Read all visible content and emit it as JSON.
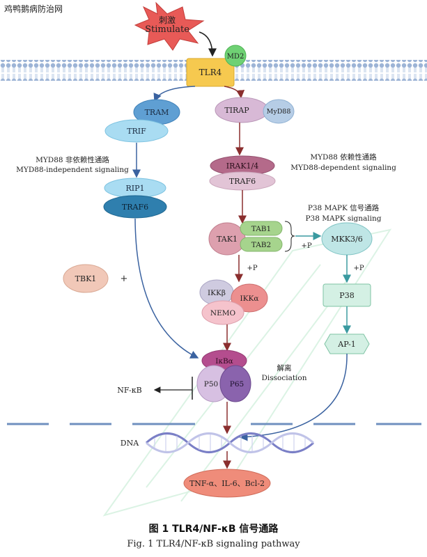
{
  "site_label": "鸡鸭鹅病防治网",
  "stimulus": {
    "zh": "刺激",
    "en": "Stimulate"
  },
  "receptor": {
    "tlr4": "TLR4",
    "md2": "MD2"
  },
  "independent": {
    "tram": "TRAM",
    "trif": "TRIF",
    "rip1": "RIP1",
    "traf6": "TRAF6",
    "label_zh": "MYD88 非依赖性通路",
    "label_en": "MYD88-independent signaling"
  },
  "dependent": {
    "tirap": "TIRAP",
    "myd88": "MyD88",
    "irak": "IRAK1/4",
    "traf6": "TRAF6",
    "label_zh": "MYD88 依赖性通路",
    "label_en": "MYD88-dependent signaling"
  },
  "tak_complex": {
    "tak1": "TAK1",
    "tab1": "TAB1",
    "tab2": "TAB2"
  },
  "p38_path": {
    "label_zh": "P38 MAPK 信号通路",
    "label_en": "P38 MAPK signaling",
    "mkk": "MKK3/6",
    "p38": "P38",
    "ap1": "AP-1"
  },
  "phospho": "+P",
  "tbk1": "TBK1",
  "plus": "+",
  "ikk": {
    "ikkb": "IKKβ",
    "ikka": "IKKα",
    "nemo": "NEMO"
  },
  "nfkb_complex": {
    "ikba": "IκBα",
    "p50": "P50",
    "p65": "P65",
    "dissociation_zh": "解离",
    "dissociation_en": "Dissociation",
    "nfkb": "NF-κB"
  },
  "dna": "DNA",
  "output": "TNF-α、IL-6、Bcl-2",
  "caption": {
    "zh": "图 1 TLR4/NF-κB 信号通路",
    "en": "Fig. 1 TLR4/NF-κB signaling pathway"
  },
  "colors": {
    "membrane": "#9db4d6",
    "nucleus_line": "#6f8fbf",
    "arrow_blue": "#3a62a0",
    "arrow_red": "#8a2e2e",
    "arrow_teal": "#3a9aa0"
  }
}
